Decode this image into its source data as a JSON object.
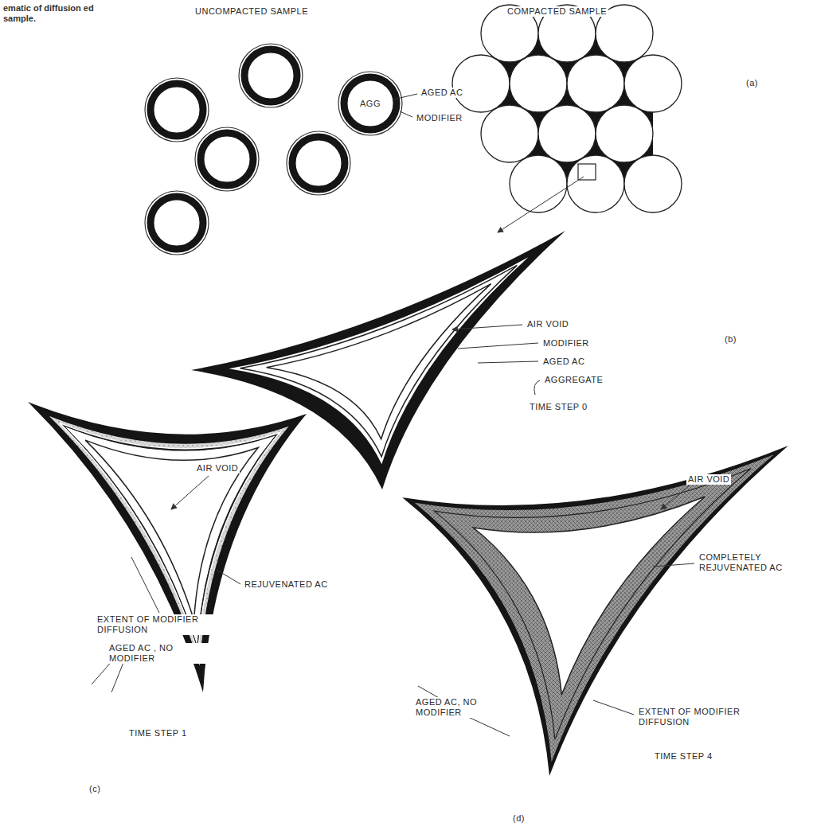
{
  "diagram": {
    "caption": "ematic of diffusion ed sample.",
    "nodes": [
      {
        "text": [
          "AGG"
        ]
      }
    ],
    "labels": [
      "UNCOMPACTED SAMPLE",
      "COMPACTED SAMPLE",
      "AGED AC",
      "MODIFIER",
      "(a)",
      "(b)",
      "AIR VOID",
      "MODIFIER",
      "AGED AC",
      "AGGREGATE",
      "TIME STEP 0",
      "AIR VOID",
      "REJUVENATED AC",
      "EXTENT OF MODIFIER DIFFUSION",
      "AGED AC , NO MODIFIER",
      "TIME STEP 1",
      "(c)",
      "AIR VOID",
      "COMPLETELY REJUVENATED AC",
      "AGED AC, NO MODIFIER",
      "EXTENT OF MODIFIER DIFFUSION",
      "TIME STEP 4",
      "(d)"
    ]
  }
}
